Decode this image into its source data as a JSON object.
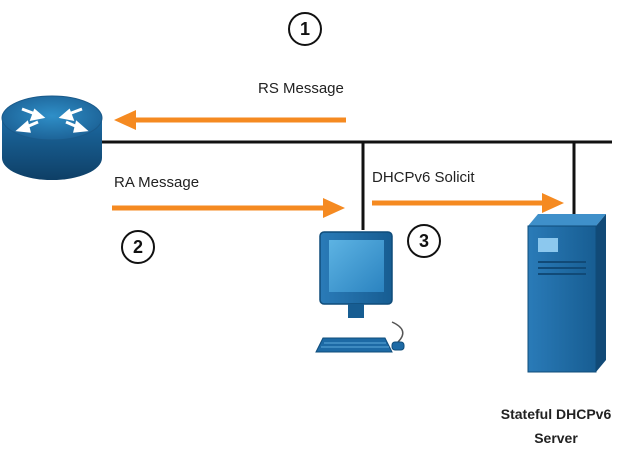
{
  "steps": [
    {
      "number": "1",
      "message": "RS Message"
    },
    {
      "number": "2",
      "message": "RA Message"
    },
    {
      "number": "3",
      "message": "DHCPv6 Solicit"
    }
  ],
  "server": {
    "label_line1": "Stateful DHCPv6",
    "label_line2": "Server"
  },
  "colors": {
    "arrow": "#f58a21",
    "bus_line": "#111111",
    "device_blue": "#1f6aa5"
  }
}
